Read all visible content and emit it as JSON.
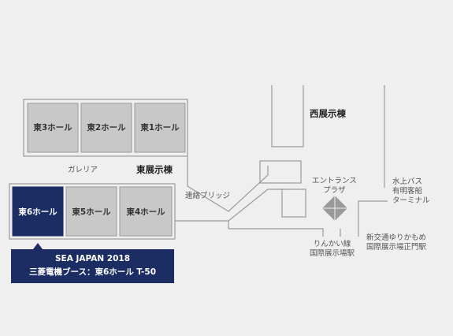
{
  "areas": {
    "west_building": "西展示棟",
    "east_building": "東展示棟",
    "galleria": "ガレリア",
    "connecting_bridge": "連絡ブリッジ",
    "entrance_plaza": "エントランス\nプラザ",
    "water_bus": "水上バス\n有明客船\nターミナル",
    "rinkai_station": "りんかい線\n国際展示場駅",
    "yurikamome_station": "新交通ゆりかもめ\n国際展示場正門駅"
  },
  "halls": {
    "east3": "東3ホール",
    "east2": "東2ホール",
    "east1": "東1ホール",
    "east6": "東6ホール",
    "east5": "東5ホール",
    "east4": "東4ホール"
  },
  "callout": {
    "line1": "SEA JAPAN 2018",
    "line2": "三菱電機ブース：東6ホール T-50"
  },
  "colors": {
    "highlight_hall": "#1b2d63",
    "hall_fill": "#c8c8c8",
    "outline": "#999999"
  }
}
